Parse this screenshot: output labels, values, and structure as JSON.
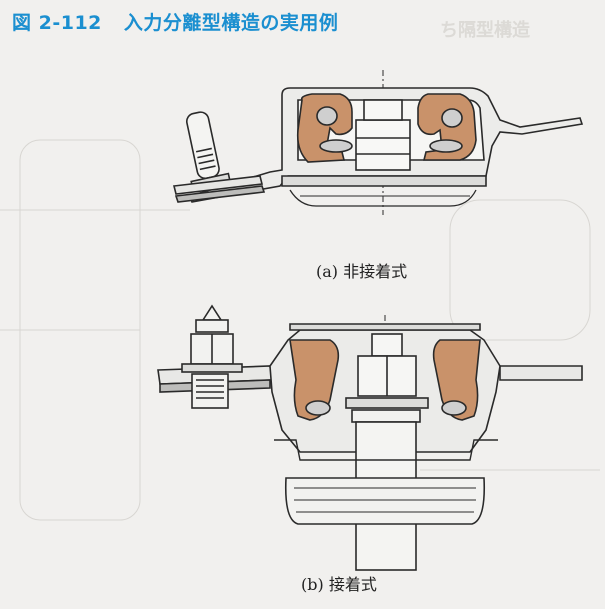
{
  "figure": {
    "number": "図 2-112",
    "title": "入力分離型構造の実用例"
  },
  "captions": {
    "a": "(a)  非接着式",
    "b": "(b)  接着式"
  },
  "colors": {
    "title": "#1b8fd0",
    "rubber": "#c9926a",
    "line": "#2a2a2a",
    "background": "#f1f0ee"
  }
}
